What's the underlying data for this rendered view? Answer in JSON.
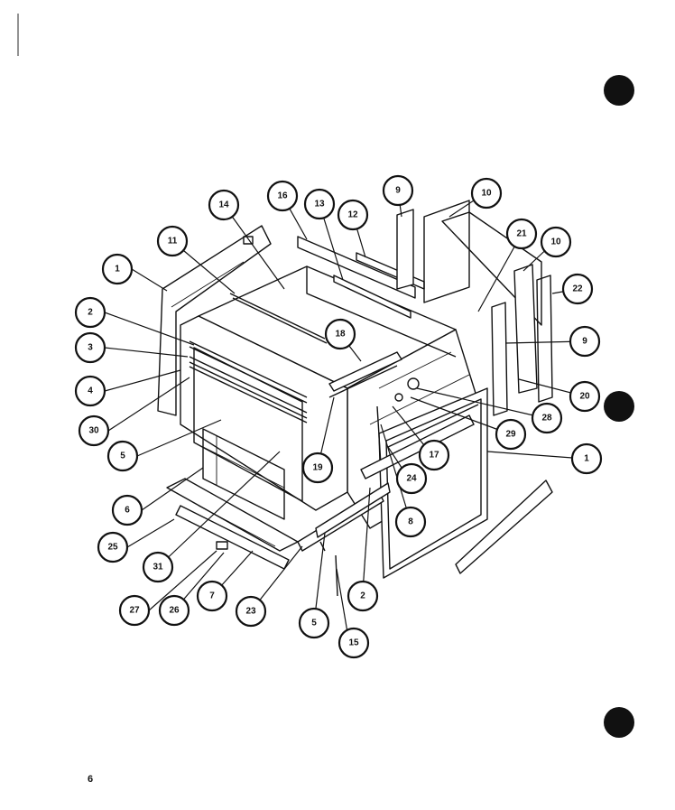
{
  "page": {
    "page_number": "6",
    "colors": {
      "ink": "#111111",
      "paper": "#ffffff"
    }
  },
  "callouts": [
    {
      "label": "1"
    },
    {
      "label": "2"
    },
    {
      "label": "3"
    },
    {
      "label": "4"
    },
    {
      "label": "30"
    },
    {
      "label": "5"
    },
    {
      "label": "6"
    },
    {
      "label": "25"
    },
    {
      "label": "31"
    },
    {
      "label": "27"
    },
    {
      "label": "26"
    },
    {
      "label": "7"
    },
    {
      "label": "23"
    },
    {
      "label": "5"
    },
    {
      "label": "15"
    },
    {
      "label": "2"
    },
    {
      "label": "8"
    },
    {
      "label": "24"
    },
    {
      "label": "19"
    },
    {
      "label": "17"
    },
    {
      "label": "29"
    },
    {
      "label": "28"
    },
    {
      "label": "1"
    },
    {
      "label": "20"
    },
    {
      "label": "9"
    },
    {
      "label": "22"
    },
    {
      "label": "10"
    },
    {
      "label": "21"
    },
    {
      "label": "10"
    },
    {
      "label": "9"
    },
    {
      "label": "12"
    },
    {
      "label": "13"
    },
    {
      "label": "16"
    },
    {
      "label": "14"
    },
    {
      "label": "11"
    },
    {
      "label": "18"
    }
  ]
}
